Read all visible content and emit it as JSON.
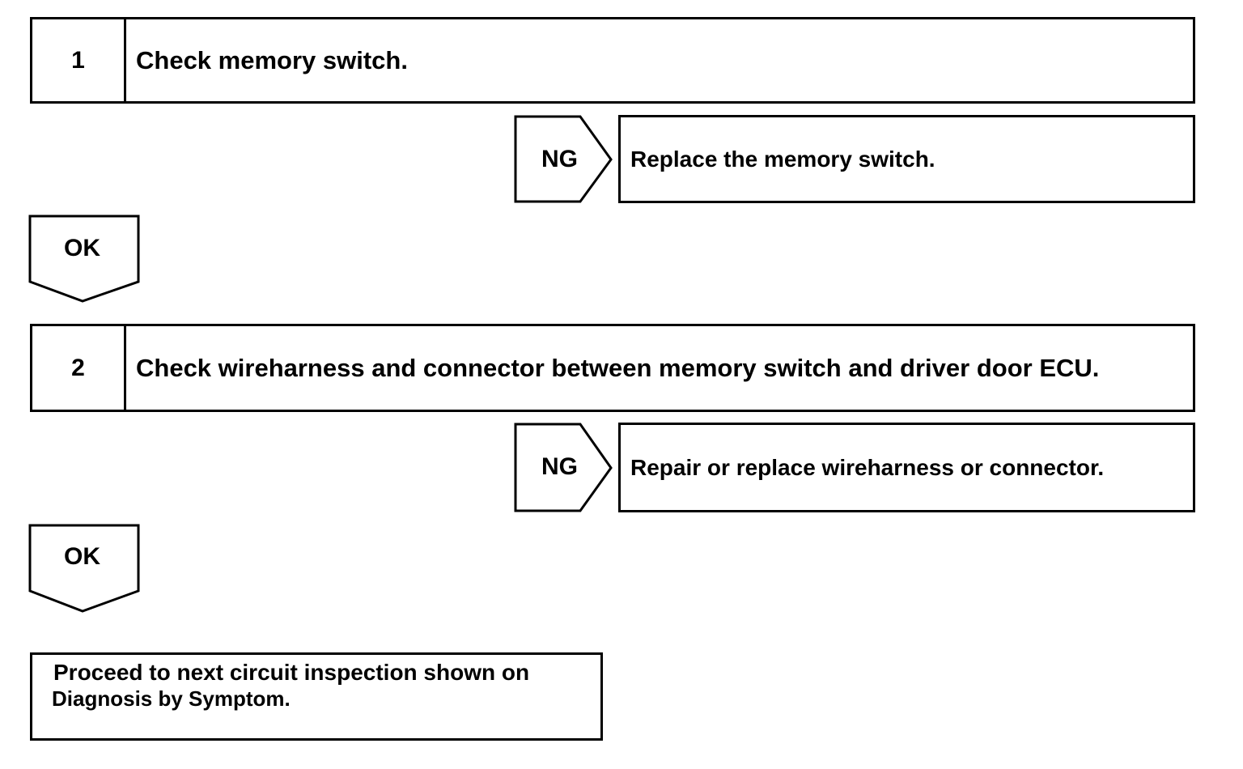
{
  "steps": [
    {
      "number": "1",
      "text": "Check memory switch."
    },
    {
      "number": "2",
      "text": "Check wireharness and connector between memory switch and driver door ECU."
    }
  ],
  "ng_branches": [
    {
      "label": "NG",
      "result": "Replace the memory switch."
    },
    {
      "label": "NG",
      "result": "Repair or replace wireharness or connector."
    }
  ],
  "ok_arrows": [
    {
      "label": "OK"
    },
    {
      "label": "OK"
    }
  ],
  "final": {
    "line1": "Proceed to next circuit inspection shown on",
    "line2": "Diagnosis by Symptom."
  }
}
